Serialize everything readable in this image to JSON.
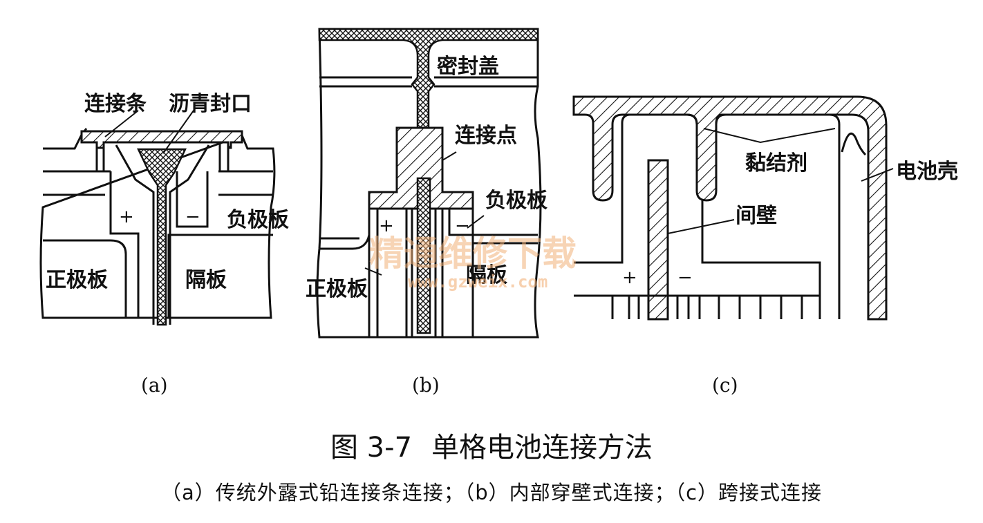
{
  "figure": {
    "label": "图 3-7",
    "title": "单格电池连接方法",
    "caption": "（a）传统外露式铅连接条连接；（b）内部穿壁式连接；（c）跨接式连接"
  },
  "panel_a": {
    "sublabel": "(a)",
    "labels": {
      "connector_strip": "连接条",
      "asphalt_seal": "沥青封口",
      "negative_plate": "负极板",
      "positive_plate": "正极板",
      "separator": "隔板",
      "plus": "+",
      "minus": "−"
    }
  },
  "panel_b": {
    "sublabel": "(b)",
    "labels": {
      "seal_cover": "密封盖",
      "connection_point": "连接点",
      "negative_plate": "负极板",
      "positive_plate": "正极板",
      "separator": "隔板",
      "plus": "+",
      "minus": "−"
    }
  },
  "panel_c": {
    "sublabel": "(c)",
    "labels": {
      "adhesive": "黏结剂",
      "battery_case": "电池壳",
      "partition": "间壁",
      "plus": "+",
      "minus": "−"
    }
  },
  "watermark": {
    "text_cn": "精通维修下载",
    "text_url": "www.gzweix.com",
    "color": "#f2b27a"
  }
}
